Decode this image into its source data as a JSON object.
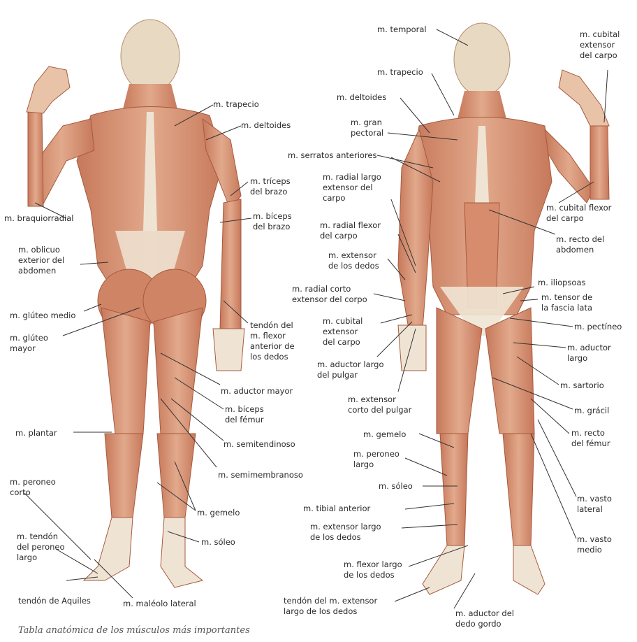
{
  "labels": {
    "b_trapecio": "m. trapecio",
    "b_deltoides": "m. deltoides",
    "b_triceps_1": "m. tríceps",
    "b_triceps_2": "del brazo",
    "b_biceps_1": "m. bíceps",
    "b_biceps_2": "del brazo",
    "b_braquiorradial": "m. braquiorradial",
    "b_oblicuo_1": "m. oblicuo",
    "b_oblicuo_2": "exterior del",
    "b_oblicuo_3": "abdomen",
    "b_gluteo_medio": "m. glúteo medio",
    "b_gluteo_mayor_1": "m. glúteo",
    "b_gluteo_mayor_2": "mayor",
    "b_tendon_flexor_1": "tendón del",
    "b_tendon_flexor_2": "m. flexor",
    "b_tendon_flexor_3": "anterior de",
    "b_tendon_flexor_4": "los dedos",
    "b_aductor_mayor": "m. aductor mayor",
    "b_biceps_femur_1": "m. bíceps",
    "b_biceps_femur_2": "del fémur",
    "b_plantar": "m. plantar",
    "b_semitendinoso": "m. semitendinoso",
    "b_semimembranoso": "m. semimembranoso",
    "b_peroneo_corto_1": "m. peroneo",
    "b_peroneo_corto_2": "corto",
    "b_gemelo": "m. gemelo",
    "b_tendon_peroneo_1": "m. tendón",
    "b_tendon_peroneo_2": "del peroneo",
    "b_tendon_peroneo_3": "largo",
    "b_soleo": "m. sóleo",
    "b_tendon_aquiles": "tendón de Aquiles",
    "b_maleolo": "m. maléolo lateral",
    "f_temporal": "m. temporal",
    "f_cubital_ext_1": "m. cubital",
    "f_cubital_ext_2": "extensor",
    "f_cubital_ext_3": "del carpo",
    "f_trapecio": "m. trapecio",
    "f_deltoides": "m. deltoides",
    "f_gran_pectoral_1": "m. gran",
    "f_gran_pectoral_2": "pectoral",
    "f_serratos": "m. serratos anteriores",
    "f_radial_largo_1": "m. radial largo",
    "f_radial_largo_2": "extensor del",
    "f_radial_largo_3": "carpo",
    "f_cubital_flexor_1": "m. cubital flexor",
    "f_cubital_flexor_2": "del carpo",
    "f_radial_flexor_1": "m. radial flexor",
    "f_radial_flexor_2": "del carpo",
    "f_recto_abd_1": "m. recto del",
    "f_recto_abd_2": "abdomen",
    "f_extensor_dedos_1": "m. extensor",
    "f_extensor_dedos_2": "de los dedos",
    "f_iliopsoas": "m. iliopsoas",
    "f_radial_corto_1": "m. radial corto",
    "f_radial_corto_2": "extensor del corpo",
    "f_tensor_1": "m. tensor de",
    "f_tensor_2": "la fascia lata",
    "f_cubital_ext2_1": "m. cubital",
    "f_cubital_ext2_2": "extensor",
    "f_cubital_ext2_3": "del carpo",
    "f_pectineo": "m. pectíneo",
    "f_aductor_largo_1": "m. aductor",
    "f_aductor_largo_2": "largo",
    "f_aductor_pulgar_1": "m. aductor largo",
    "f_aductor_pulgar_2": "del pulgar",
    "f_sartorio": "m. sartorio",
    "f_ext_corto_pulgar_1": "m. extensor",
    "f_ext_corto_pulgar_2": "corto del pulgar",
    "f_gracil": "m. grácil",
    "f_recto_femur_1": "m. recto",
    "f_recto_femur_2": "del fémur",
    "f_gemelo": "m. gemelo",
    "f_peroneo_largo_1": "m. peroneo",
    "f_peroneo_largo_2": "largo",
    "f_soleo": "m. sóleo",
    "f_vasto_lateral_1": "m. vasto",
    "f_vasto_lateral_2": "lateral",
    "f_tibial": "m. tibial anterior",
    "f_ext_largo_dedos_1": "m. extensor largo",
    "f_ext_largo_dedos_2": "de los dedos",
    "f_vasto_medio_1": "m. vasto",
    "f_vasto_medio_2": "medio",
    "f_flexor_largo_1": "m. flexor largo",
    "f_flexor_largo_2": "de los dedos",
    "f_tendon_ext_1": "tendón del m. extensor",
    "f_tendon_ext_2": "largo de los dedos",
    "f_aductor_dedo_1": "m. aductor del",
    "f_aductor_dedo_2": "dedo gordo"
  },
  "caption": "Tabla anatómica de los músculos más importantes",
  "colors": {
    "muscle": "#d9987a",
    "muscle_dark": "#b8664a",
    "tendon": "#efe4d4",
    "leader": "#333333"
  }
}
